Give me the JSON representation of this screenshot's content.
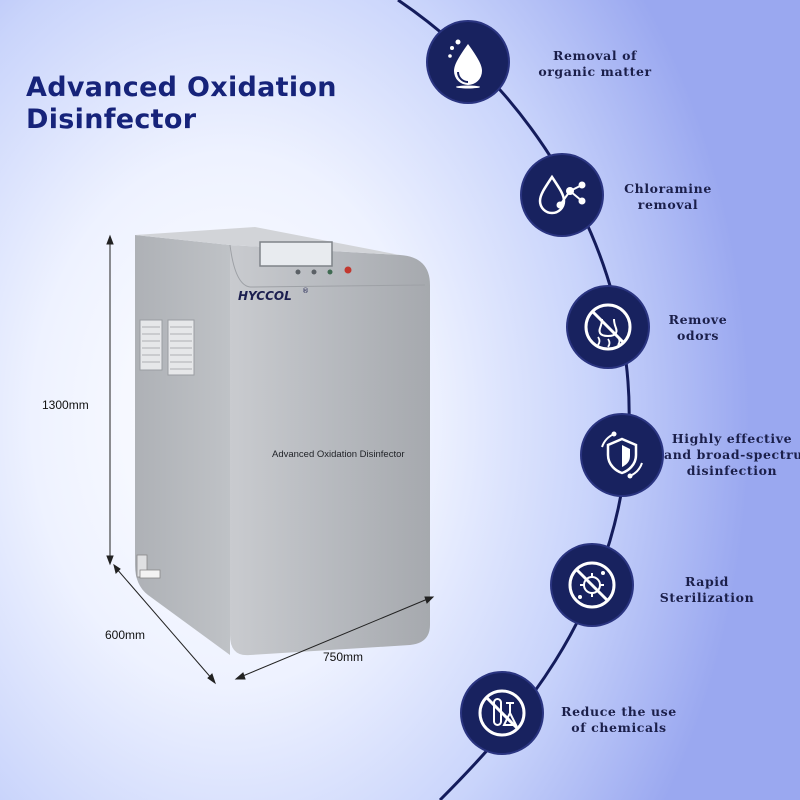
{
  "title": {
    "line1": "Advanced Oxidation",
    "line2": "Disinfector"
  },
  "product": {
    "brand": "HYCCOL",
    "registered": "®",
    "panel_label": "Advanced Oxidation Disinfector",
    "height_dim": "1300mm",
    "depth_dim": "600mm",
    "width_dim": "750mm"
  },
  "colors": {
    "title": "#16237a",
    "badge": "#18225f",
    "arc": "#141c5c",
    "body": "#b9bcc1"
  },
  "features": [
    {
      "icon": "water-drops-icon",
      "lines": [
        "Removal of",
        "organic matter"
      ]
    },
    {
      "icon": "chemical-molecule-icon",
      "lines": [
        "Chloramine",
        "removal"
      ]
    },
    {
      "icon": "no-odor-icon",
      "lines": [
        "Remove",
        "odors"
      ]
    },
    {
      "icon": "shield-protection-icon",
      "lines": [
        "Highly effective",
        "and broad-spectrum",
        "disinfection"
      ]
    },
    {
      "icon": "no-bacteria-icon",
      "lines": [
        "Rapid",
        "Sterilization"
      ]
    },
    {
      "icon": "no-chemicals-icon",
      "lines": [
        "Reduce the use",
        "of chemicals"
      ]
    }
  ]
}
